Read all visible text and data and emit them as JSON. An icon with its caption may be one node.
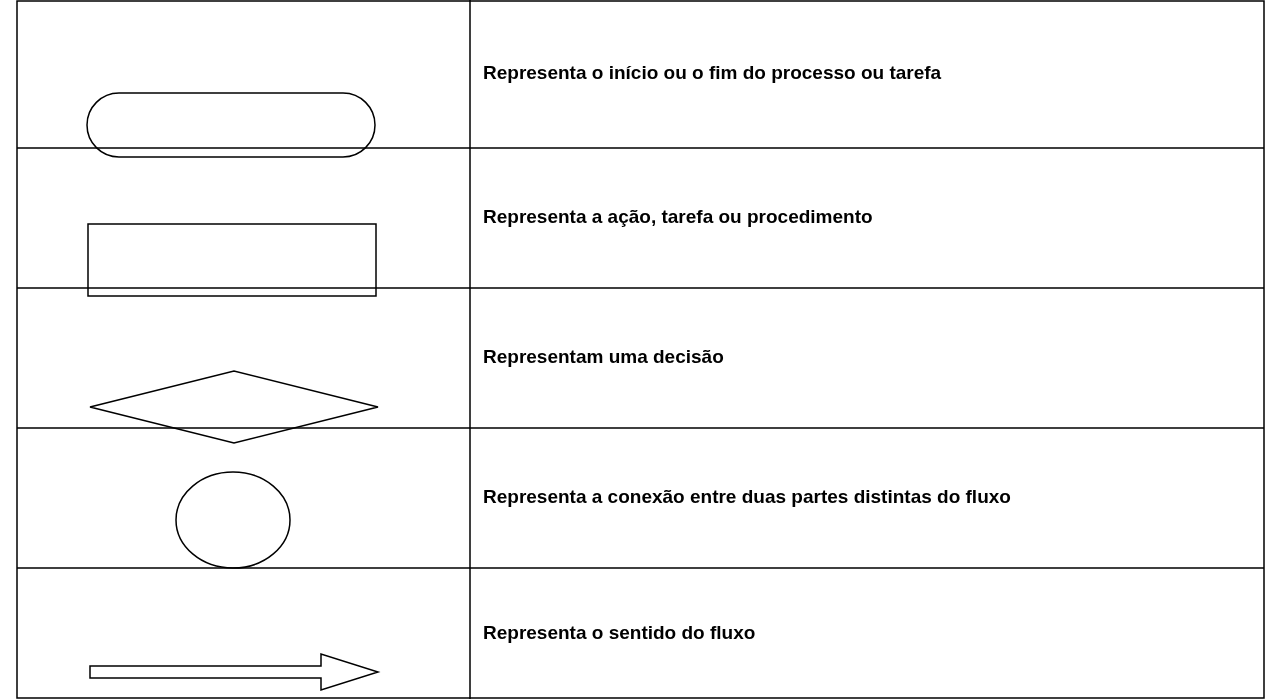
{
  "diagram": {
    "nodes": [
      {
        "text": [],
        "shape": "oval"
      },
      {
        "text": [],
        "shape": "box"
      },
      {
        "text": [],
        "shape": "diamond"
      },
      {
        "text": [],
        "shape": "circle"
      },
      {
        "text": [],
        "shape": "arrow"
      }
    ],
    "labels": [
      "Representa o início ou o fim do processo ou tarefa",
      "Representa a ação, tarefa ou procedimento",
      "Representam uma decisão",
      "Representa a conexão entre duas partes distintas do fluxo",
      "Representa o sentido do fluxo"
    ]
  }
}
